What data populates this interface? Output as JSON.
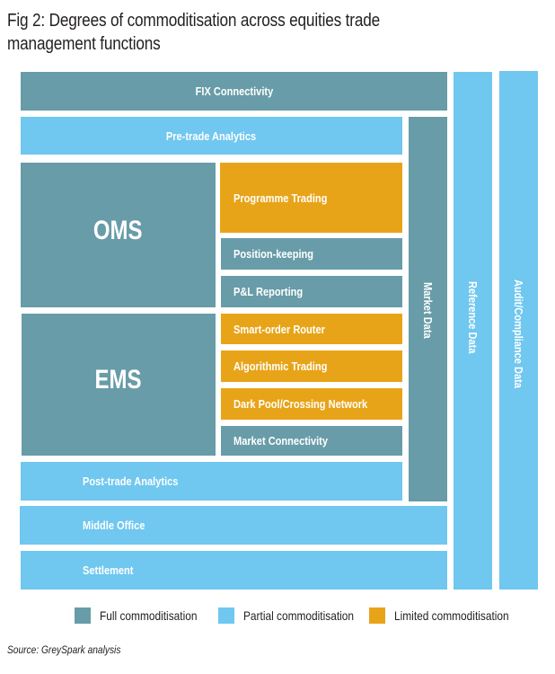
{
  "title": "Fig 2: Degrees of commoditisation across equities trade management functions",
  "categories": {
    "full": {
      "label": "Full commoditisation",
      "color": "#689ca8"
    },
    "partial": {
      "label": "Partial commoditisation",
      "color": "#70c7ef"
    },
    "limited": {
      "label": "Limited commoditisation",
      "color": "#e8a418"
    }
  },
  "blocks": {
    "fix_connectivity": {
      "label": "FIX Connectivity",
      "level": "full"
    },
    "pre_trade_analytics": {
      "label": "Pre-trade Analytics",
      "level": "partial"
    },
    "oms": {
      "label": "OMS",
      "level": "full"
    },
    "ems": {
      "label": "EMS",
      "level": "full"
    },
    "programme_trading": {
      "label": "Programme Trading",
      "level": "limited"
    },
    "position_keeping": {
      "label": "Position-keeping",
      "level": "full"
    },
    "pl_reporting": {
      "label": "P&L Reporting",
      "level": "full"
    },
    "smart_order_router": {
      "label": "Smart-order Router",
      "level": "limited"
    },
    "algorithmic_trading": {
      "label": "Algorithmic Trading",
      "level": "limited"
    },
    "dark_pool": {
      "label": "Dark Pool/Crossing Network",
      "level": "limited"
    },
    "market_connectivity": {
      "label": "Market Connectivity",
      "level": "full"
    },
    "post_trade_analytics": {
      "label": "Post-trade Analytics",
      "level": "partial"
    },
    "middle_office": {
      "label": "Middle Office",
      "level": "partial"
    },
    "settlement": {
      "label": "Settlement",
      "level": "partial"
    },
    "market_data": {
      "label": "Market Data",
      "level": "full"
    },
    "reference_data": {
      "label": "Reference Data",
      "level": "partial"
    },
    "audit_compliance_data": {
      "label": "Audit/Compliance Data",
      "level": "partial"
    }
  },
  "legend": [
    {
      "label": "Full commoditisation",
      "color": "#689ca8"
    },
    {
      "label": "Partial commoditisation",
      "color": "#70c7ef"
    },
    {
      "label": "Limited commoditisation",
      "color": "#e8a418"
    }
  ],
  "source": "Source: GreySpark analysis"
}
